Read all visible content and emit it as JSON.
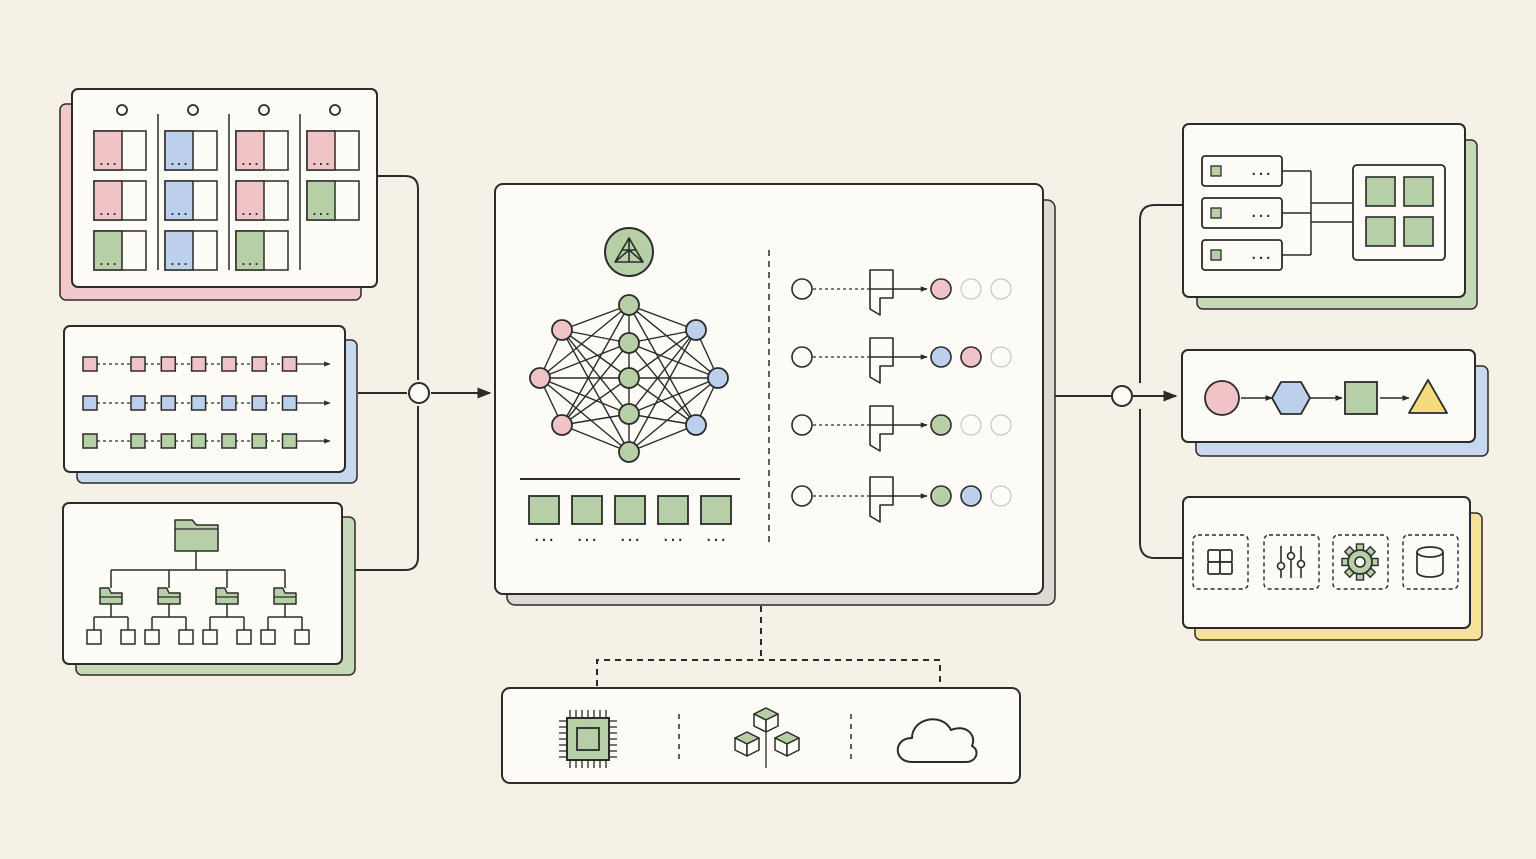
{
  "colors": {
    "background": "#f6f1e6",
    "panel": "#fdfcf7",
    "stroke": "#2b2b2b",
    "pink": "#f0c3c7",
    "blue": "#bcd0ec",
    "green": "#b6cfa6",
    "yellow": "#f4dc7c",
    "gray_shadow": "#dcdad2",
    "green_shadow": "#c7d8b8",
    "pink_shadow": "#f1c9cb",
    "blue_shadow": "#c8d8ef",
    "yellow_shadow": "#f6e19a"
  },
  "board": {
    "columns": [
      [
        "pink",
        "pink",
        "green"
      ],
      [
        "blue",
        "blue",
        "blue"
      ],
      [
        "pink",
        "pink",
        "green"
      ],
      [
        "pink",
        "green"
      ]
    ],
    "card_label": "..."
  },
  "sequences": {
    "rows": [
      "pink",
      "blue",
      "green"
    ],
    "nodes_per_row": 7
  },
  "tree": {
    "root_icon": "folder-icon",
    "branches": 4
  },
  "core": {
    "badge_icon": "triangle-logo-icon",
    "network_layers": [
      [
        "pink",
        "pink",
        "pink"
      ],
      [
        "green",
        "green",
        "green",
        "green",
        "green"
      ],
      [
        "blue",
        "blue",
        "blue"
      ]
    ],
    "blocks": 5,
    "block_label": "...",
    "flows": [
      [
        "pink",
        "empty",
        "empty"
      ],
      [
        "blue",
        "pink",
        "empty"
      ],
      [
        "green",
        "empty",
        "empty"
      ],
      [
        "green",
        "blue",
        "empty"
      ]
    ]
  },
  "infra": {
    "icons": [
      "chip-icon",
      "cubes-icon",
      "cloud-icon"
    ]
  },
  "outputs": {
    "servers": 3,
    "server_label": "...",
    "grid_cells": 4,
    "pipeline_shapes": [
      "circle",
      "hexagon",
      "square",
      "triangle"
    ],
    "tools": [
      "apps-grid-icon",
      "sliders-icon",
      "gear-icon",
      "database-icon"
    ]
  }
}
